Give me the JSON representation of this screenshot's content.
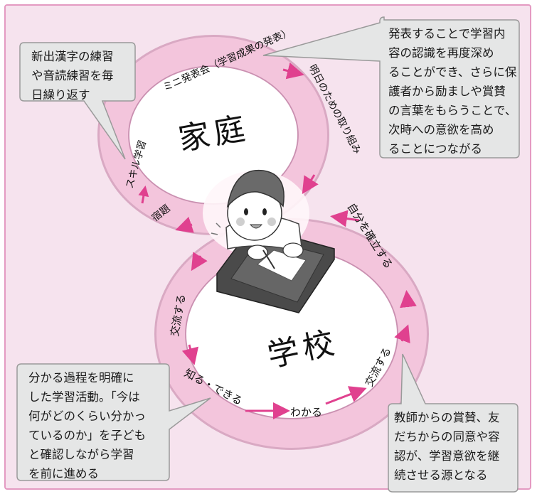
{
  "center_labels": {
    "home": "家庭",
    "school": "学校"
  },
  "cycle_labels": {
    "mini_presentation": "ミニ発表会（学習成果の発表）",
    "preparation": "明日のための取り組み",
    "establish_self": "自分を確立する",
    "exchange_right": "交流する",
    "understand": "わかる",
    "know_can_do": "知る・できる",
    "exchange_left": "交流する",
    "homework": "宿題",
    "skill_learning": "スキル学習"
  },
  "callouts": {
    "top_left": [
      "新出漢字の練習",
      "や音読練習を毎",
      "日繰り返す"
    ],
    "top_right": [
      "発表することで学習内",
      "容の認識を再度深め",
      "ることができ、さらに保",
      "護者から励ましや賞賛",
      "の言葉をもらうことで、",
      "次時への意欲を高め",
      "ることにつながる"
    ],
    "bottom_left": [
      "分かる過程を明確に",
      "した学習活動。「今は",
      "何がどのくらい分かっ",
      "ているのか」を子ども",
      "と確認しながら学習",
      "を前に進める"
    ],
    "bottom_right": [
      "教師からの賞賛、友",
      "だちからの同意や容",
      "認が、学習意欲を継",
      "続させる源となる"
    ]
  },
  "colors": {
    "frame_bg": "#f6e3ee",
    "frame_border": "#e49ac2",
    "ring": "#f3c5dc",
    "arrow": "#e0418f",
    "callout_bg": "#e5e6e6"
  },
  "illustration": "child-studying-at-desk"
}
